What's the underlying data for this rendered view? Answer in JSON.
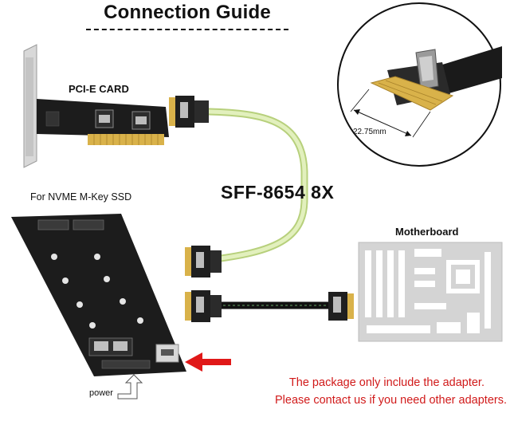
{
  "title": "Connection Guide",
  "labels": {
    "pcie_card": "PCI-E CARD",
    "ssd": "For NVME M-Key SSD",
    "model": "SFF-8654 8X",
    "motherboard": "Motherboard",
    "dimension": "22.75mm",
    "power": "power"
  },
  "notes": {
    "line1": "The package only include the adapter.",
    "line2": "Please contact us if you need other adapters."
  },
  "colors": {
    "note_red": "#d11a1a",
    "cable_green": "#d4e8a6",
    "pcb_black": "#1c1c1c",
    "gold": "#d9b24a",
    "motherboard_gray": "#cfcfcf",
    "arrow_red": "#e01818"
  }
}
